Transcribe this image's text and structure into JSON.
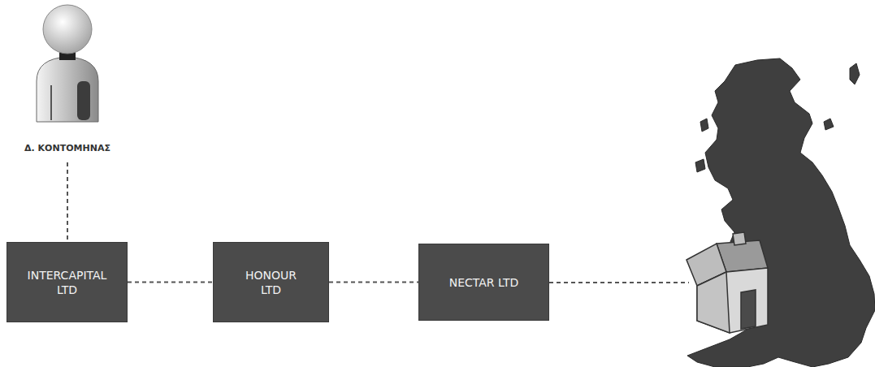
{
  "diagram": {
    "nodes": [
      {
        "text": [
          "Δ. ΚΟΝΤΟΜΗΝΑΣ"
        ]
      },
      {
        "text": [
          "INTERCAPITAL LTD"
        ]
      },
      {
        "text": [
          "HONOUR LTD"
        ]
      },
      {
        "text": [
          "NECTAR LTD"
        ]
      }
    ],
    "edges": [
      {
        "from": 0,
        "to": 1,
        "arrow": "none"
      },
      {
        "from": 1,
        "to": 2,
        "arrow": "none"
      },
      {
        "from": 2,
        "to": 3,
        "arrow": "none"
      }
    ]
  }
}
